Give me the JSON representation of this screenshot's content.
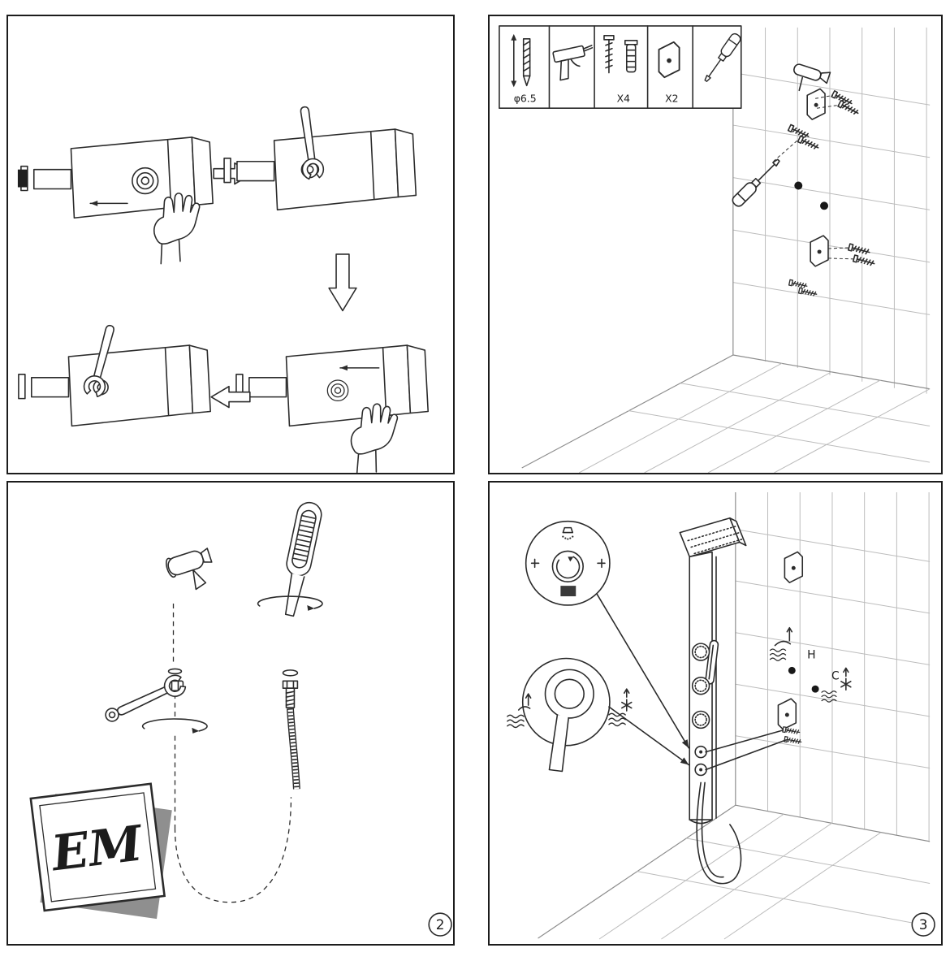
{
  "document": {
    "kind": "shower-panel-installation-manual-page",
    "background_color": "#ffffff",
    "line_color": "#2b2b2b",
    "tile_line_color": "#bcbcbc"
  },
  "branding": {
    "logo_text": "EM",
    "logo_shadow_color": "#8f8f8f"
  },
  "pages": {
    "left_page_number": "2",
    "right_page_number": "3"
  },
  "parts_list": {
    "drill_bit_label": "φ6.5",
    "screw_quantity": "X4",
    "bracket_quantity": "X2",
    "item_icons": [
      "drill-bit-icon",
      "caulk-gun-icon",
      "screw-and-anchor-icon",
      "wall-bracket-icon",
      "screwdriver-icon"
    ]
  },
  "controls": {
    "hot_label": "H",
    "cold_label": "C"
  }
}
